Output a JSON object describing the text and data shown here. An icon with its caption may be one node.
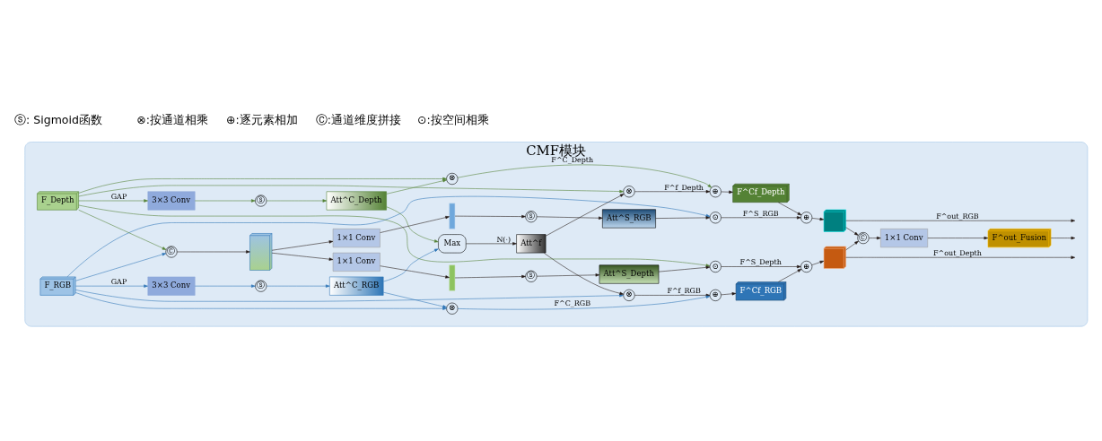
{
  "diagram": {
    "nodes": [
      {
        "text": [
          "CMF模块"
        ]
      },
      {
        "text": [
          "F_RGB"
        ],
        "in": 0
      },
      {
        "text": [
          "3×3 Conv"
        ],
        "in": 0
      },
      {
        "text": [
          "ⓢ"
        ],
        "in": 0
      },
      {
        "text": [
          "Att^C_RGB"
        ],
        "in": 0
      },
      {
        "text": [
          "⊗"
        ],
        "in": 0
      },
      {
        "text": [
          "⊗"
        ],
        "in": 0
      },
      {
        "text": [
          "⊕"
        ],
        "in": 0
      },
      {
        "text": [
          "F^Cf_RGB"
        ],
        "in": 0
      },
      {
        "text": [
          "Max"
        ],
        "in": 0
      },
      {
        "text": [
          "Att^f"
        ],
        "in": 0
      },
      {
        "text": [
          "F_Depth"
        ],
        "in": 0
      },
      {
        "text": [
          "3×3 Conv"
        ],
        "in": 0
      },
      {
        "text": [
          "ⓢ"
        ],
        "in": 0
      },
      {
        "text": [
          "Att^C_Depth"
        ],
        "in": 0
      },
      {
        "text": [
          "⊗"
        ],
        "in": 0
      },
      {
        "text": [
          "⊗"
        ],
        "in": 0
      },
      {
        "text": [
          "⊕"
        ],
        "in": 0
      },
      {
        "text": [
          "F^Cf_Depth"
        ],
        "in": 0
      },
      {
        "text": [
          "Ⓒ"
        ],
        "in": 0
      },
      {
        "text": [],
        "shape": "cube",
        "in": 0
      },
      {
        "text": [
          "1×1 Conv"
        ],
        "in": 0
      },
      {
        "text": [],
        "shape": "bar",
        "in": 0
      },
      {
        "text": [
          "ⓢ"
        ],
        "in": 0
      },
      {
        "text": [
          "Att^S_RGB"
        ],
        "in": 0
      },
      {
        "text": [
          "⊙"
        ],
        "in": 0
      },
      {
        "text": [
          "⊕"
        ],
        "in": 0
      },
      {
        "text": [],
        "shape": "cube",
        "in": 0
      },
      {
        "text": [
          "1×1 Conv"
        ],
        "in": 0
      },
      {
        "text": [],
        "shape": "bar",
        "in": 0
      },
      {
        "text": [
          "ⓢ"
        ],
        "in": 0
      },
      {
        "text": [
          "Att^S_Depth"
        ],
        "in": 0
      },
      {
        "text": [
          "⊙"
        ],
        "in": 0
      },
      {
        "text": [
          "⊕"
        ],
        "in": 0
      },
      {
        "text": [],
        "shape": "cube",
        "in": 0
      },
      {
        "text": [
          "Ⓒ"
        ],
        "in": 0
      },
      {
        "text": [
          "1×1 Conv"
        ],
        "in": 0
      },
      {
        "text": [
          "F^out_Fusion"
        ],
        "in": 0
      }
    ],
    "edges": [
      {
        "from": 1,
        "to": 2,
        "arrow": "to",
        "label": "GAP",
        "color": "#2e75b6"
      },
      {
        "from": 2,
        "to": 3,
        "arrow": "to",
        "color": "#2e75b6"
      },
      {
        "from": 3,
        "to": 4,
        "arrow": "to",
        "color": "#2e75b6"
      },
      {
        "from": 4,
        "to": 6,
        "arrow": "to",
        "color": "#2e75b6"
      },
      {
        "from": 1,
        "to": 6,
        "arrow": "to",
        "color": "#2e75b6"
      },
      {
        "from": 1,
        "to": 5,
        "arrow": "to",
        "color": "#2e75b6"
      },
      {
        "from": 10,
        "to": 5,
        "arrow": "to"
      },
      {
        "from": 5,
        "to": 7,
        "arrow": "to",
        "label": "F^f_RGB"
      },
      {
        "from": 6,
        "to": 7,
        "arrow": "to",
        "label": "F^C_RGB",
        "color": "#2e75b6"
      },
      {
        "from": 7,
        "to": 8,
        "arrow": "to"
      },
      {
        "from": 4,
        "to": 9,
        "arrow": "to",
        "color": "#2e75b6"
      },
      {
        "from": 14,
        "to": 9,
        "arrow": "to",
        "color": "#548235"
      },
      {
        "from": 9,
        "to": 10,
        "arrow": "to",
        "label": "N(·)"
      },
      {
        "from": 11,
        "to": 12,
        "arrow": "to",
        "label": "GAP",
        "color": "#548235"
      },
      {
        "from": 12,
        "to": 13,
        "arrow": "to",
        "color": "#548235"
      },
      {
        "from": 13,
        "to": 14,
        "arrow": "to",
        "color": "#548235"
      },
      {
        "from": 14,
        "to": 15,
        "arrow": "to",
        "color": "#548235"
      },
      {
        "from": 11,
        "to": 15,
        "arrow": "to",
        "color": "#548235"
      },
      {
        "from": 11,
        "to": 16,
        "arrow": "to",
        "color": "#548235"
      },
      {
        "from": 10,
        "to": 16,
        "arrow": "to"
      },
      {
        "from": 15,
        "to": 17,
        "arrow": "to",
        "label": "F^C_Depth",
        "color": "#548235"
      },
      {
        "from": 16,
        "to": 17,
        "arrow": "to",
        "label": "F^f_Depth"
      },
      {
        "from": 17,
        "to": 18,
        "arrow": "to"
      },
      {
        "from": 1,
        "to": 19,
        "arrow": "to",
        "color": "#2e75b6"
      },
      {
        "from": 11,
        "to": 19,
        "arrow": "to",
        "color": "#548235"
      },
      {
        "from": 19,
        "to": 20,
        "arrow": "to"
      },
      {
        "from": 20,
        "to": 21,
        "arrow": "to"
      },
      {
        "from": 21,
        "to": 22,
        "arrow": "to"
      },
      {
        "from": 22,
        "to": 23,
        "arrow": "to"
      },
      {
        "from": 23,
        "to": 24,
        "arrow": "to"
      },
      {
        "from": 24,
        "to": 25,
        "arrow": "to"
      },
      {
        "from": 1,
        "to": 25,
        "arrow": "to",
        "color": "#2e75b6"
      },
      {
        "from": 25,
        "to": 26,
        "arrow": "to",
        "label": "F^S_RGB"
      },
      {
        "from": 18,
        "to": 26,
        "arrow": "to"
      },
      {
        "from": 26,
        "to": 27,
        "arrow": "to"
      },
      {
        "from": 20,
        "to": 28,
        "arrow": "to"
      },
      {
        "from": 28,
        "to": 29,
        "arrow": "to"
      },
      {
        "from": 29,
        "to": 30,
        "arrow": "to"
      },
      {
        "from": 30,
        "to": 31,
        "arrow": "to"
      },
      {
        "from": 31,
        "to": 32,
        "arrow": "to"
      },
      {
        "from": 11,
        "to": 32,
        "arrow": "to",
        "color": "#548235"
      },
      {
        "from": 32,
        "to": 33,
        "arrow": "to",
        "label": "F^S_Depth"
      },
      {
        "from": 8,
        "to": 33,
        "arrow": "to"
      },
      {
        "from": 33,
        "to": 34,
        "arrow": "to"
      },
      {
        "from": 27,
        "to": 35,
        "arrow": "to"
      },
      {
        "from": 34,
        "to": 35,
        "arrow": "to"
      },
      {
        "from": 35,
        "to": 36,
        "arrow": "to"
      },
      {
        "from": 36,
        "to": 37,
        "arrow": "to"
      },
      {
        "from": 27,
        "to": null,
        "arrow": "to",
        "label": "F^out_RGB"
      },
      {
        "from": 34,
        "to": null,
        "arrow": "to",
        "label": "F^out_Depth"
      },
      {
        "from": 37,
        "to": null,
        "arrow": "to"
      }
    ],
    "labels": [
      "ⓢ: Sigmoid函数",
      "⊗:按通道相乘",
      "⊕:逐元素相加",
      "Ⓒ:通道维度拼接",
      "⊙:按空间相乘"
    ]
  }
}
